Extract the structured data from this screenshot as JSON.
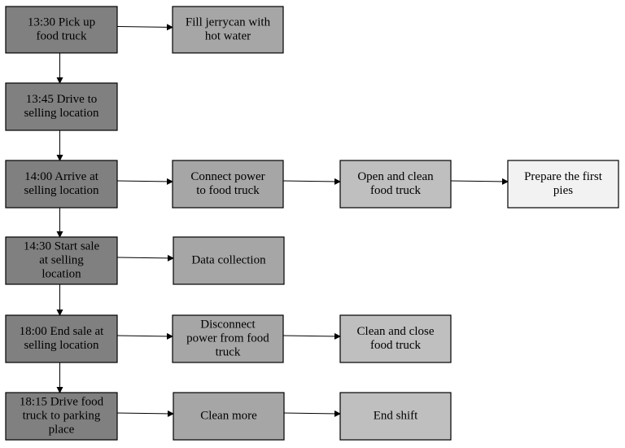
{
  "diagram": {
    "colors": {
      "main": "#808080",
      "secondary": "#a6a6a6",
      "tertiary": "#bfbfbf",
      "light": "#f2f2f2",
      "stroke": "#000000"
    },
    "nodes": [
      {
        "id": "pickup",
        "lines": [
          "13:30 Pick up",
          "food truck"
        ],
        "tone": "main"
      },
      {
        "id": "jerrycan",
        "lines": [
          "Fill jerrycan with",
          "hot water"
        ],
        "tone": "secondary"
      },
      {
        "id": "drive",
        "lines": [
          "13:45 Drive to",
          "selling location"
        ],
        "tone": "main"
      },
      {
        "id": "arrive",
        "lines": [
          "14:00 Arrive at",
          "selling location"
        ],
        "tone": "main"
      },
      {
        "id": "connect",
        "lines": [
          "Connect power",
          "to food truck"
        ],
        "tone": "secondary"
      },
      {
        "id": "open",
        "lines": [
          "Open and clean",
          "food truck"
        ],
        "tone": "tertiary"
      },
      {
        "id": "prepare",
        "lines": [
          "Prepare the first",
          "pies"
        ],
        "tone": "light"
      },
      {
        "id": "start",
        "lines": [
          "14:30 Start sale",
          "at selling",
          "location"
        ],
        "tone": "main"
      },
      {
        "id": "data",
        "lines": [
          "Data collection"
        ],
        "tone": "secondary"
      },
      {
        "id": "end",
        "lines": [
          "18:00 End sale at",
          "selling location"
        ],
        "tone": "main"
      },
      {
        "id": "disconnect",
        "lines": [
          "Disconnect",
          "power from food",
          "truck"
        ],
        "tone": "secondary"
      },
      {
        "id": "close",
        "lines": [
          "Clean and close",
          "food truck"
        ],
        "tone": "tertiary"
      },
      {
        "id": "drivepark",
        "lines": [
          "18:15 Drive food",
          "truck to parking",
          "place"
        ],
        "tone": "main"
      },
      {
        "id": "cleanmore",
        "lines": [
          "Clean more"
        ],
        "tone": "secondary"
      },
      {
        "id": "endshift",
        "lines": [
          "End shift"
        ],
        "tone": "tertiary"
      }
    ],
    "edges": [
      {
        "from": "pickup",
        "to": "jerrycan"
      },
      {
        "from": "pickup",
        "to": "drive"
      },
      {
        "from": "drive",
        "to": "arrive"
      },
      {
        "from": "arrive",
        "to": "connect"
      },
      {
        "from": "connect",
        "to": "open"
      },
      {
        "from": "open",
        "to": "prepare"
      },
      {
        "from": "arrive",
        "to": "start"
      },
      {
        "from": "start",
        "to": "data"
      },
      {
        "from": "start",
        "to": "end"
      },
      {
        "from": "end",
        "to": "disconnect"
      },
      {
        "from": "disconnect",
        "to": "close"
      },
      {
        "from": "end",
        "to": "drivepark"
      },
      {
        "from": "drivepark",
        "to": "cleanmore"
      },
      {
        "from": "cleanmore",
        "to": "endshift"
      }
    ]
  }
}
